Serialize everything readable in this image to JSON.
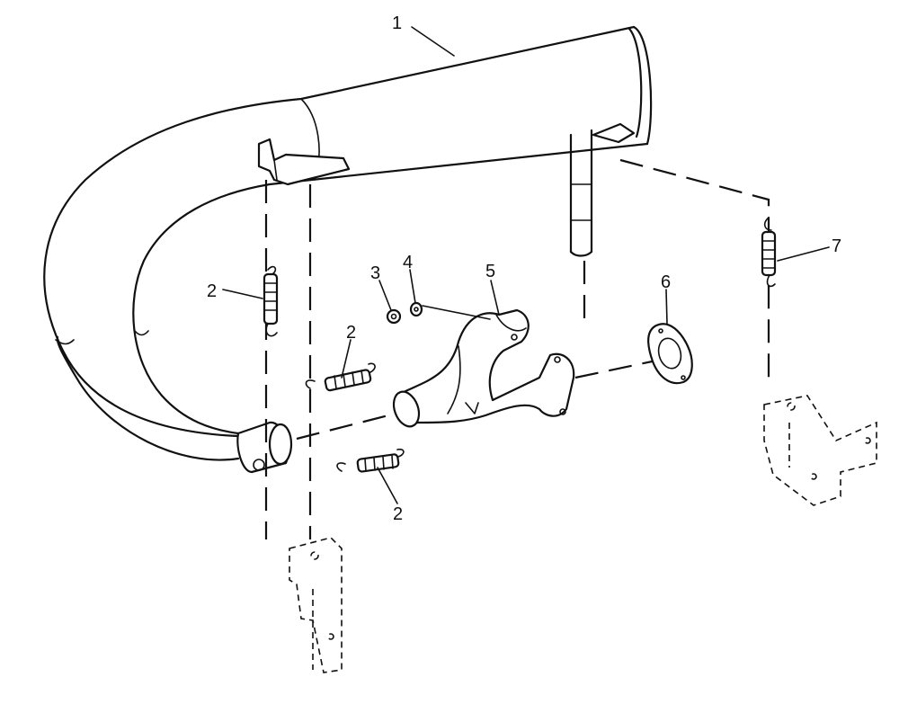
{
  "diagram": {
    "type": "exploded-parts-view",
    "callouts": {
      "muffler": "1",
      "spring_upper_left": "2",
      "spring_center": "2",
      "spring_lower": "2",
      "nut": "3",
      "washer": "4",
      "y_pipe": "5",
      "gasket": "6",
      "spring_right": "7"
    }
  }
}
